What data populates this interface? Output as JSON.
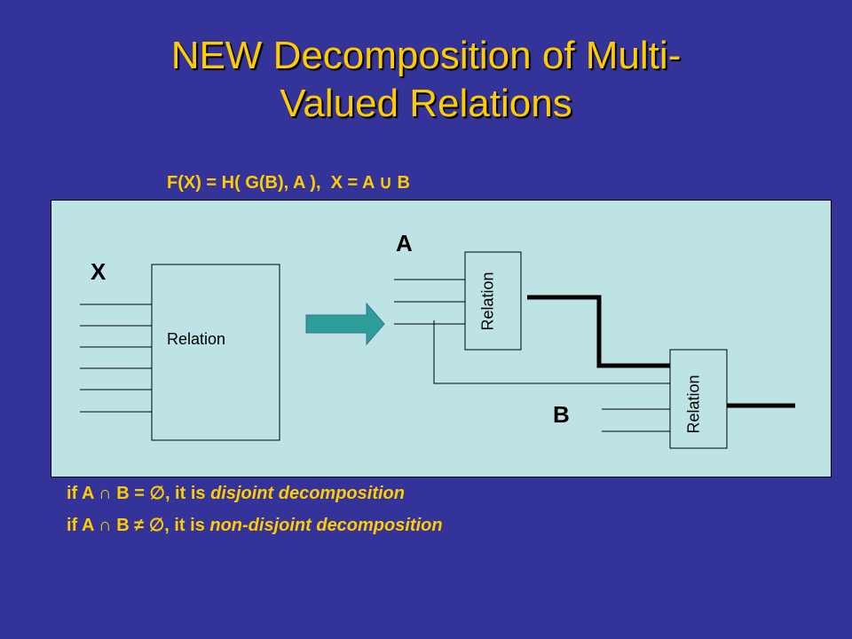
{
  "slide": {
    "title_line1": "NEW Decomposition of Multi-",
    "title_line2": "Valued Relations",
    "formula": "F(X) = H( G(B), A ),  X = A ∪ B"
  },
  "diagram": {
    "label_x": "X",
    "label_a": "A",
    "label_b": "B",
    "relation_main": "Relation",
    "relation_g": "Relation",
    "relation_h": "Relation",
    "arrow_color": "#2E9E9A",
    "panel_color": "#BDE3E5"
  },
  "rules": {
    "line1_prefix": "if A ∩ B = ∅, it is ",
    "line1_italic": "disjoint decomposition",
    "line2_prefix": "if A ∩ B ≠ ∅, it is ",
    "line2_italic": "non-disjoint decomposition"
  },
  "colors": {
    "background": "#333399",
    "title": "#FFCC00"
  }
}
